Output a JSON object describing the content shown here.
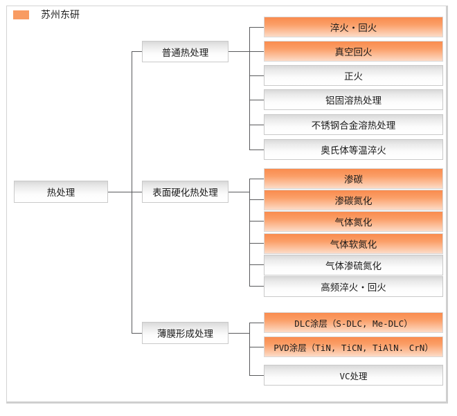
{
  "legend": {
    "swatch_color": "#f89b62",
    "label": "苏州东研"
  },
  "colors": {
    "highlight": "#f98b4e",
    "neutral": "#e6e6e6",
    "connector": "#58595b",
    "frame": "#d3d3d3"
  },
  "tree": {
    "root": {
      "label": "热处理",
      "style": "gray"
    },
    "branches": [
      {
        "label": "普通热处理",
        "style": "gray",
        "leaves": [
          {
            "label": "淬火・回火",
            "style": "orange"
          },
          {
            "label": "真空回火",
            "style": "orange"
          },
          {
            "label": "正火",
            "style": "gray"
          },
          {
            "label": "铝固溶热处理",
            "style": "gray"
          },
          {
            "label": "不锈钢合金溶热处理",
            "style": "gray"
          },
          {
            "label": "奥氏体等温淬火",
            "style": "gray"
          }
        ]
      },
      {
        "label": "表面硬化热处理",
        "style": "gray",
        "leaves": [
          {
            "label": "渗碳",
            "style": "orange"
          },
          {
            "label": "渗碳氮化",
            "style": "orange"
          },
          {
            "label": "气体氮化",
            "style": "orange"
          },
          {
            "label": "气体软氮化",
            "style": "orange"
          },
          {
            "label": "气体渗硫氮化",
            "style": "gray"
          },
          {
            "label": "高频淬火・回火",
            "style": "gray"
          }
        ]
      },
      {
        "label": "薄膜形成处理",
        "style": "gray",
        "leaves": [
          {
            "label": "DLC涂层（S-DLC, Me-DLC）",
            "style": "orange",
            "mono": true
          },
          {
            "label": "PVD涂层（TiN, TiCN, TiAlN. CrN）",
            "style": "orange",
            "mono": true
          },
          {
            "label": "VC处理",
            "style": "gray",
            "mono": true
          }
        ]
      }
    ]
  }
}
